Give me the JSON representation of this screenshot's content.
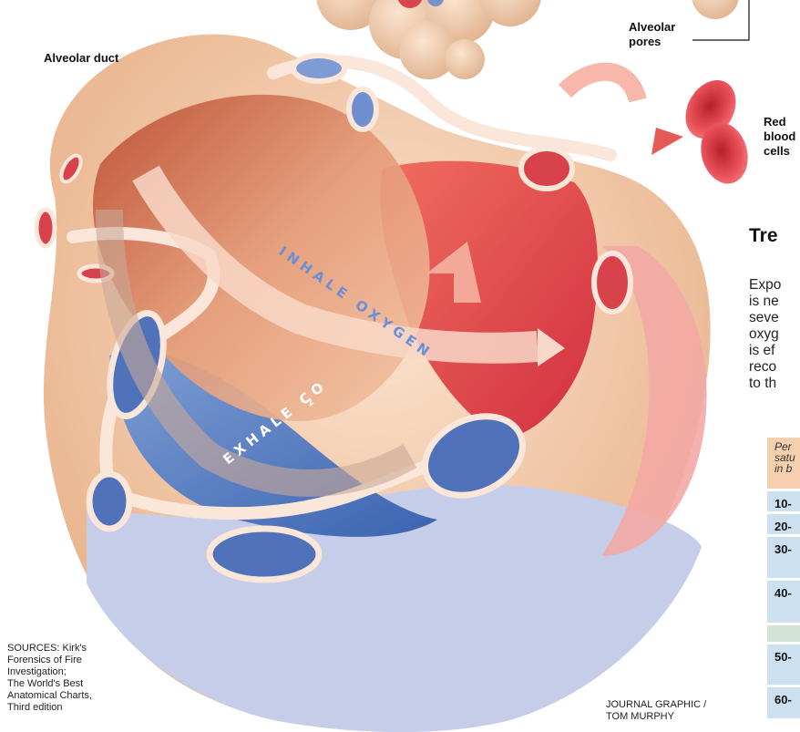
{
  "labels": {
    "alveolar_duct": "Alveolar duct",
    "alveolar_pores_line1": "Alveolar",
    "alveolar_pores_line2": "pores",
    "red_blood_line1": "Red",
    "red_blood_line2": "blood",
    "red_blood_line3": "cells",
    "inhale": "INHALE OXYGEN",
    "exhale": "EXHALE CO",
    "exhale_sub": "2"
  },
  "sources": {
    "lines": [
      "SOURCES: Kirk's",
      "Forensics of Fire",
      "Investigation;",
      "The World's Best",
      "Anatomical Charts,",
      "Third edition"
    ]
  },
  "credit": {
    "line1": "JOURNAL GRAPHIC /",
    "line2": "TOM MURPHY"
  },
  "sidebar": {
    "title": "Tre",
    "text_lines": [
      "Expo",
      "is ne",
      "seve",
      "oxyg",
      "is ef",
      "reco",
      "to th"
    ]
  },
  "table": {
    "header_lines": [
      "Per",
      "satu",
      "in b"
    ],
    "rows": [
      "10-",
      "20-",
      "30-",
      "40-",
      "50-",
      "60-"
    ]
  },
  "colors": {
    "inhale_text": "#6b8fd6",
    "exhale_text": "#ffffff",
    "red_cells": "#e04a4f",
    "vessel_blue": "#c9d0ea",
    "tissue_peach": "#f3c9a6"
  }
}
